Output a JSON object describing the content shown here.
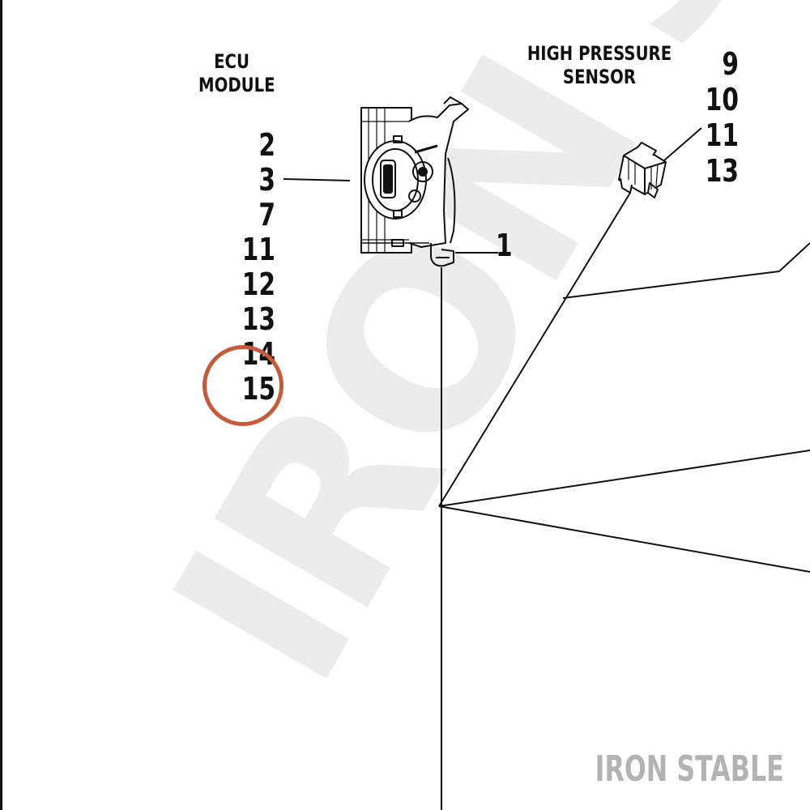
{
  "ecu": {
    "heading": [
      "ECU",
      "MODULE"
    ],
    "callouts": [
      "2",
      "3",
      "7",
      "11",
      "12",
      "13",
      "14",
      "15"
    ],
    "highlighted": "15"
  },
  "high_pressure_sensor": {
    "heading": [
      "HIGH PRESSURE",
      "SENSOR"
    ],
    "callouts": [
      "9",
      "10",
      "11",
      "13"
    ]
  },
  "bracket_callout": "1",
  "watermark": {
    "small": "IRON STABLE",
    "large": "IRON STABLE"
  },
  "colors": {
    "line": "#111111",
    "highlight_circle": "#c85a3c",
    "watermark_small": "#b3b3b3",
    "watermark_large": "#ececec"
  }
}
